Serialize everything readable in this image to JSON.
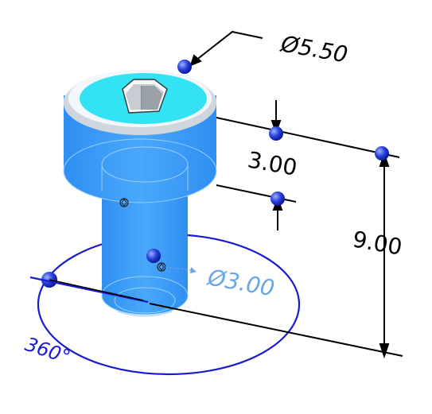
{
  "model": {
    "name": "",
    "part": "socket-head-cap-screw"
  },
  "dimensions": {
    "head_diameter": "Ø5.50",
    "head_height": "3.00",
    "overall_length": "9.00",
    "shank_diameter": "Ø3.00",
    "revolve_angle": "360°"
  },
  "colors": {
    "body": "#3b9cf5",
    "head_top": "#33e3f3",
    "handle": "#1226c9",
    "angle_circle": "#1a1acf",
    "shank_dim": "#6aa6e8",
    "dim_line": "#000000"
  },
  "icons": [
    "drag-handle-icon",
    "triad-icon",
    "arrow-icon"
  ]
}
